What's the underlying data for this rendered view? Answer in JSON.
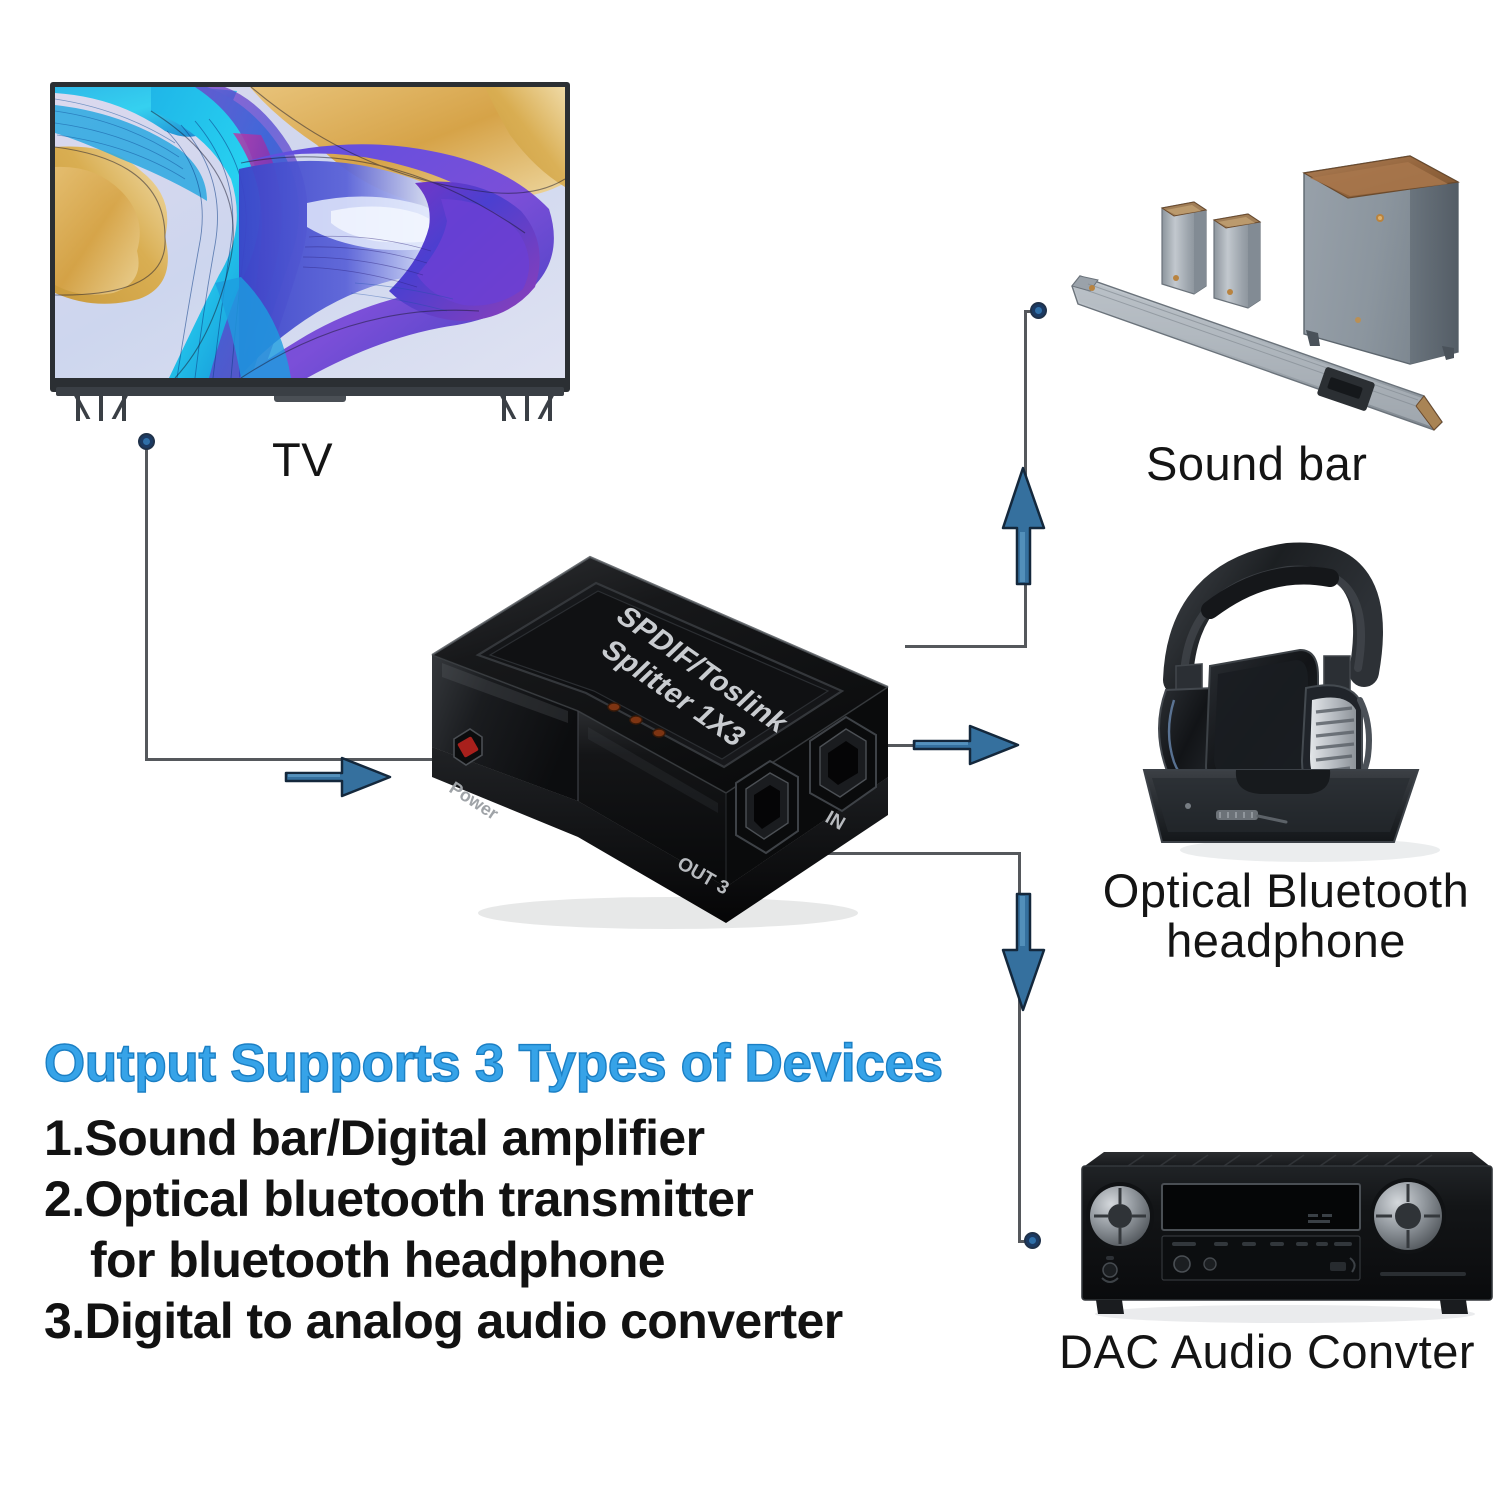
{
  "diagram": {
    "title": "SPDIF/Toslink Splitter 1X3 connection diagram",
    "accent_blue": "#36a3e8",
    "arrow_blue": "#2f6c9e",
    "wire_color": "#55585c"
  },
  "device_labels": {
    "tv": "TV",
    "sound_bar": "Sound bar",
    "headphone_line1": "Optical Bluetooth",
    "headphone_line2": "headphone",
    "dac": "DAC Audio Convter"
  },
  "splitter": {
    "top_text_line1": "SPDIF/Toslink",
    "top_text_line2": "Splitter 1X3",
    "port_out_label": "OUT 3",
    "port_in_label": "IN",
    "power_label": "Power",
    "led_count": 3,
    "led_color": "#8a3a18",
    "power_port_color": "#a8201c",
    "body_color": "#161616"
  },
  "features": {
    "heading": "Output Supports 3 Types of Devices",
    "items": [
      {
        "text": "1.Sound bar/Digital amplifier",
        "indent": false
      },
      {
        "text": "2.Optical bluetooth transmitter",
        "indent": false
      },
      {
        "text": "for bluetooth headphone",
        "indent": true
      },
      {
        "text": "3.Digital to analog audio converter",
        "indent": false
      }
    ]
  },
  "arrows": [
    {
      "name": "arrow-tv-to-splitter",
      "direction": "right"
    },
    {
      "name": "arrow-splitter-to-soundbar",
      "direction": "up"
    },
    {
      "name": "arrow-splitter-to-headphone",
      "direction": "right"
    },
    {
      "name": "arrow-splitter-to-dac",
      "direction": "down"
    }
  ]
}
